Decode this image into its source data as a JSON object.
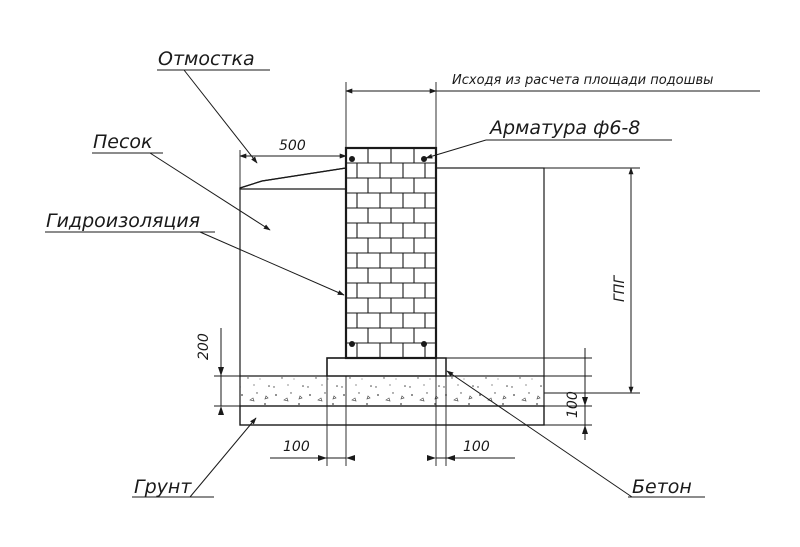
{
  "labels": {
    "otmostka": "Отмостка",
    "pesok": "Песок",
    "gidroizolyatsiya": "Гидроизоляция",
    "armatura": "Арматура ф6-8",
    "grunt": "Грунт",
    "beton": "Бетон",
    "note": "Исходя из расчета площади подошвы"
  },
  "dimensions": {
    "otmostka_width": "500",
    "cushion_height": "200",
    "offset_left": "100",
    "offset_right": "100",
    "concrete_height": "100",
    "depth": "ГПГ"
  }
}
